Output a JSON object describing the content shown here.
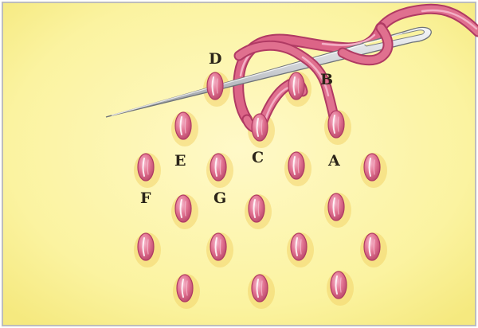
{
  "illustration": {
    "labels": {
      "A": "A",
      "B": "B",
      "C": "C",
      "D": "D",
      "E": "E",
      "F": "F",
      "G": "G"
    },
    "colors": {
      "fabric": "#fbf3a0",
      "fabric_glow": "#fff9c8",
      "thread": "#d9587f",
      "thread_dark": "#b03a63",
      "thread_light": "#f2a3bd",
      "stitch_shadow": "#f2d36a",
      "needle": "#a8acb2",
      "needle_light": "#f4f6f8",
      "frame": "#bdbdbd",
      "label": "#2b2418"
    },
    "icons": {
      "needle": "sewing-needle-icon",
      "thread": "embroidery-thread-icon",
      "stitch": "stitch-icon"
    }
  }
}
